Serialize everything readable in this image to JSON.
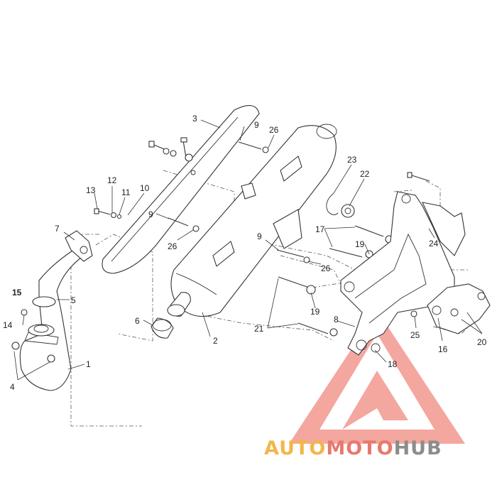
{
  "callouts": [
    "1",
    "2",
    "3",
    "4",
    "5",
    "6",
    "7",
    "8",
    "9",
    "9",
    "9",
    "9",
    "10",
    "11",
    "12",
    "13",
    "14",
    "15",
    "16",
    "17",
    "18",
    "19",
    "19",
    "20",
    "21",
    "22",
    "23",
    "24",
    "25",
    "26",
    "26",
    "26"
  ],
  "watermark": {
    "part1": "AUTO",
    "part2": "MOTO",
    "part3": "HUB",
    "colors": {
      "auto": "#f2b64a",
      "moto": "#e8786d",
      "hub": "#8c8c8c",
      "triangle": "#f08a80"
    }
  }
}
